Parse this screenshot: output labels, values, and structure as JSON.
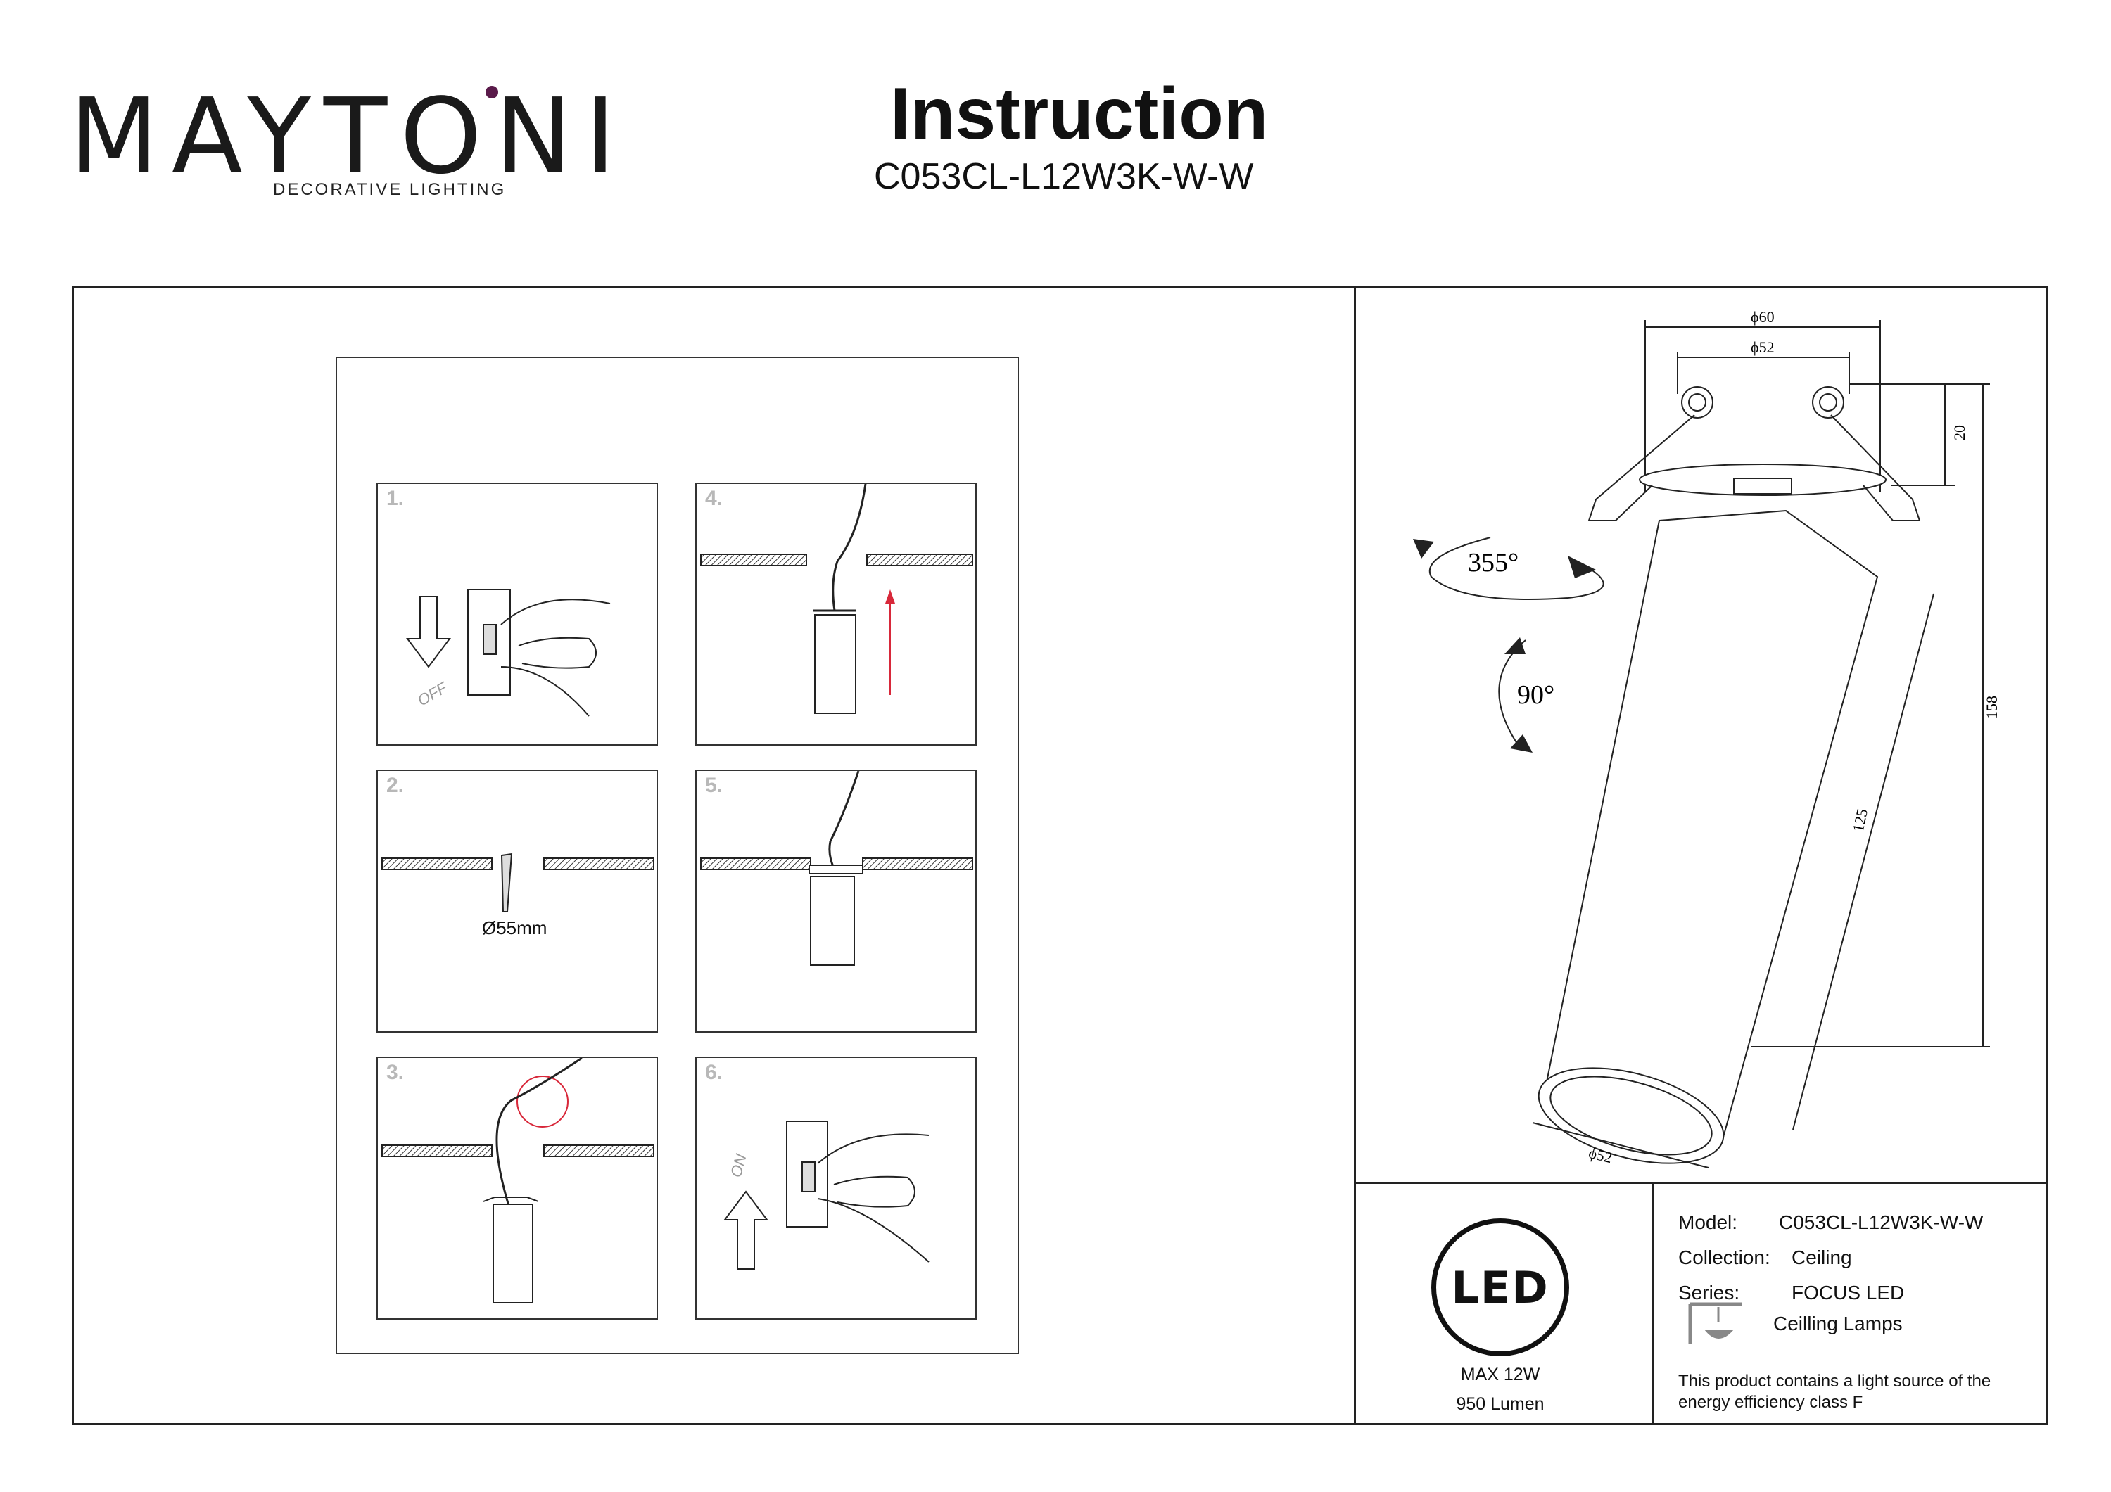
{
  "brand": {
    "name": "MAYTONI",
    "tagline": "DECORATIVE LIGHTING",
    "accent": "#5a1a4a"
  },
  "header": {
    "title": "Instruction",
    "model": "C053CL-L12W3K-W-W"
  },
  "steps": [
    {
      "num": "1.",
      "label": "OFF"
    },
    {
      "num": "2.",
      "label": "Ø55mm"
    },
    {
      "num": "3.",
      "label": ""
    },
    {
      "num": "4.",
      "label": ""
    },
    {
      "num": "5.",
      "label": ""
    },
    {
      "num": "6.",
      "label": "ON"
    }
  ],
  "drawing": {
    "dim_outer": "ϕ60",
    "dim_inner": "ϕ52",
    "dim_height_top": "20",
    "dim_total": "158",
    "dim_body": "125",
    "dim_bottom": "ϕ52",
    "rotate_h": "355°",
    "rotate_v": "90°"
  },
  "badge": {
    "logo": "LED",
    "power": "MAX 12W",
    "lumen": "950 Lumen"
  },
  "specs": {
    "model_label": "Model:",
    "model_value": "C053CL-L12W3K-W-W",
    "collection_label": "Collection:",
    "collection_value": "Ceiling",
    "series_label": "Series:",
    "series_value": "FOCUS LED",
    "category": "Ceilling Lamps",
    "energy_note_1": "This product contains a light source of the",
    "energy_note_2": "energy efficiency class F"
  },
  "colors": {
    "arrow_red": "#d8283a",
    "line": "#222222"
  }
}
